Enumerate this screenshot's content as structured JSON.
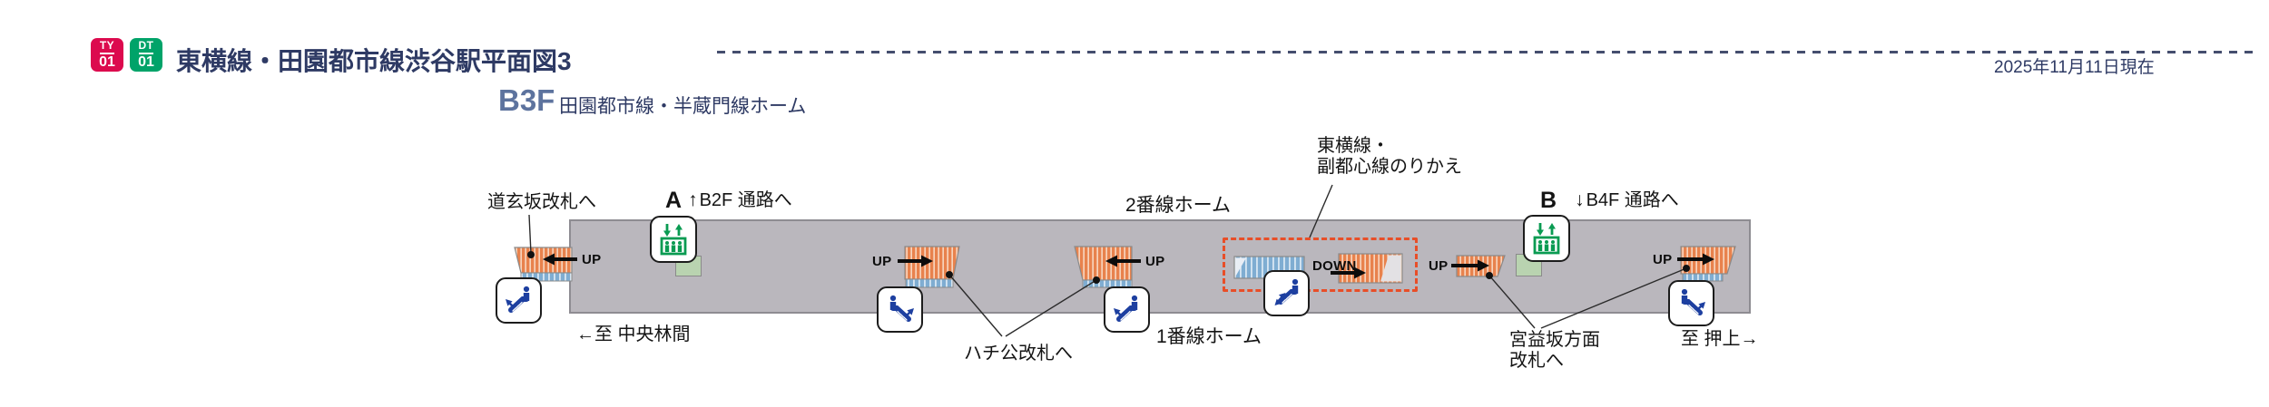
{
  "header": {
    "badges": [
      {
        "line": "TY",
        "number": "01"
      },
      {
        "line": "DT",
        "number": "01"
      }
    ],
    "title": "東横線・田園都市線渋谷駅平面図3",
    "date_note": "2025年11月11日現在"
  },
  "floor": {
    "level": "B3F",
    "name": "田園都市線・半蔵門線ホーム"
  },
  "tracks": {
    "track2": "2番線ホーム",
    "track1": "1番線ホーム"
  },
  "directions": {
    "left": "←至 中央林間",
    "right": "至 押上→"
  },
  "gates": {
    "dogenzaka": "道玄坂改札へ",
    "hachiko": "ハチ公改札へ",
    "miyamasuzaka_line1": "宮益坂方面",
    "miyamasuzaka_line2": "改札へ",
    "transfer_line1": "東横線・",
    "transfer_line2": "副都心線のりかえ"
  },
  "passages": {
    "a_letter": "A",
    "a_arrow": "↑",
    "a_text": "B2F 通路へ",
    "b_letter": "B",
    "b_arrow": "↓",
    "b_text": "B4F 通路へ"
  },
  "markers": {
    "up": "UP",
    "down": "DOWN"
  },
  "colors": {
    "toyoko_badge": "#dc0a4e",
    "dentoshi_badge": "#00a369",
    "heading_navy": "#2e3a64",
    "floor_level_blue": "#5d739e",
    "platform_gray": "#bab7bd",
    "stairs_orange": "#e8824d",
    "escalator_strip_blue": "#7fadd2",
    "transfer_box_red": "#e84e28",
    "escalator_icon_blue": "#1d3fa0",
    "elevator_icon_green": "#0a9b52",
    "elevator_landing_green": "#b9d3b0"
  }
}
